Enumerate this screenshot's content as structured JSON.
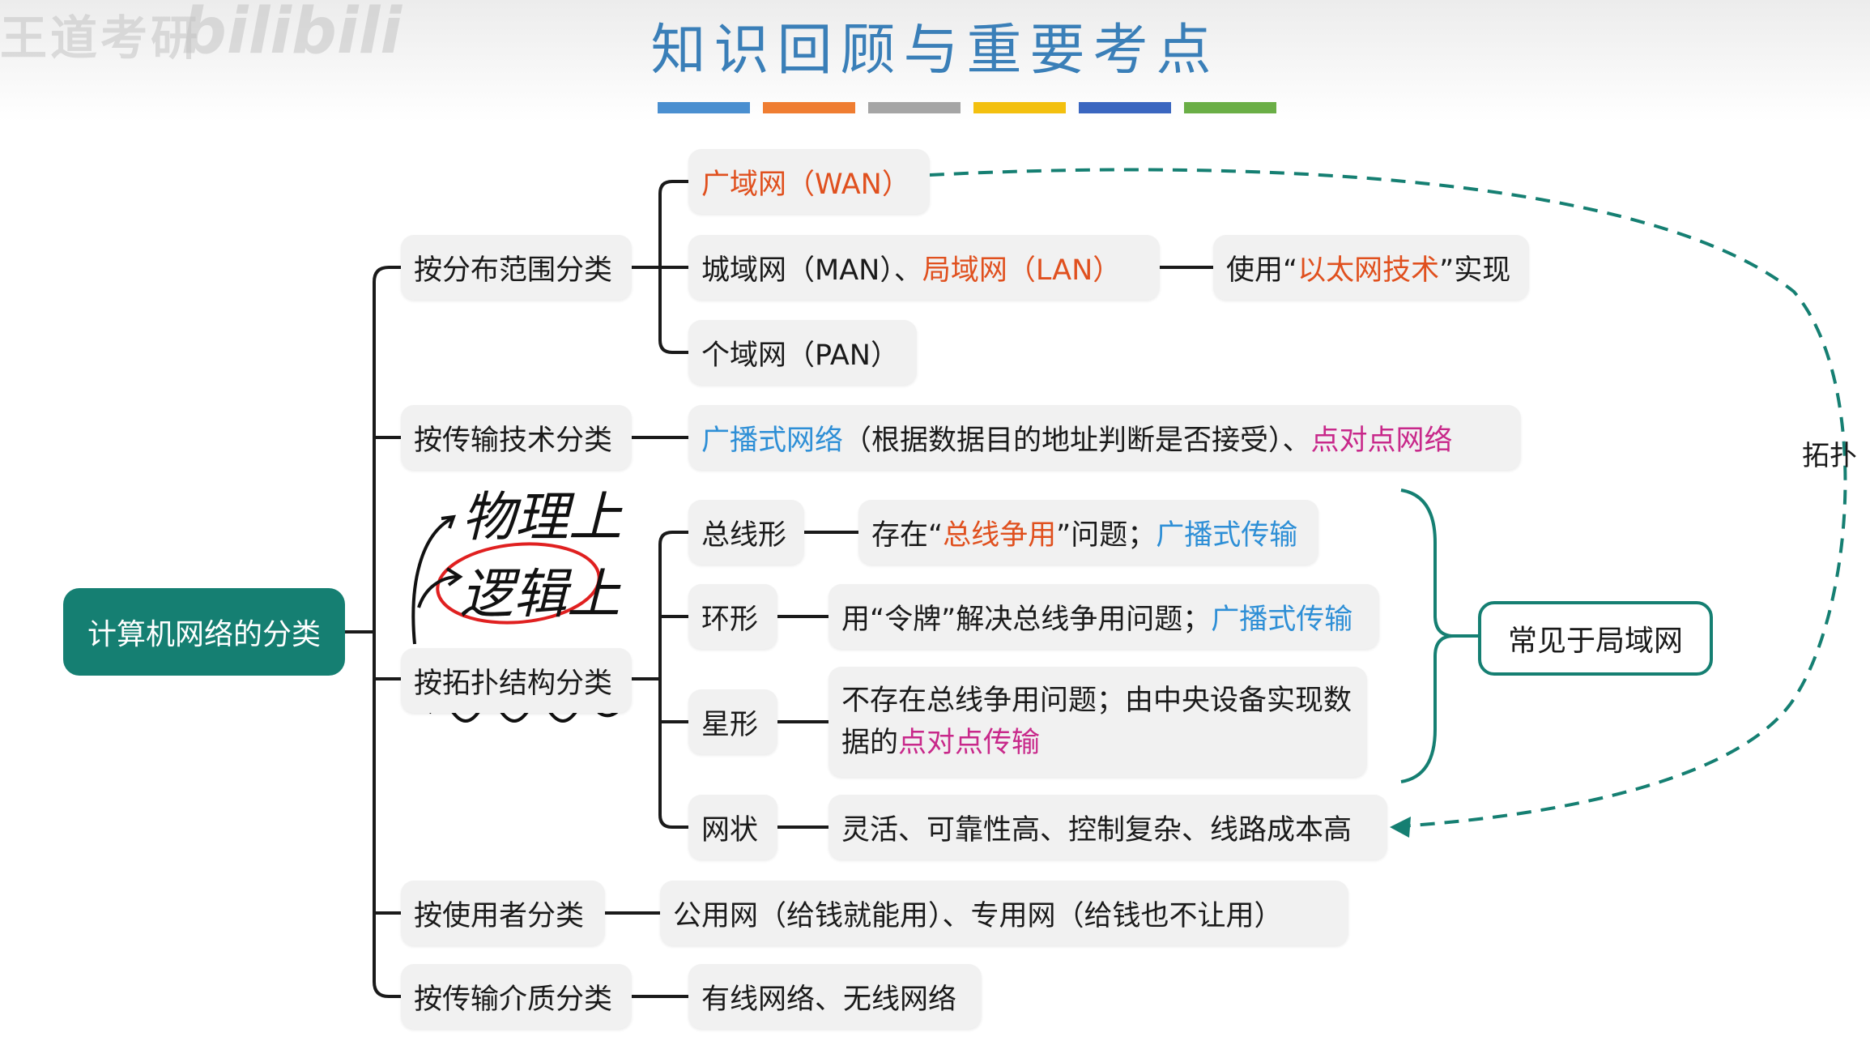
{
  "watermark": {
    "left": "王道考研",
    "right": "bilibili"
  },
  "title": "知识回顾与重要考点",
  "colors": {
    "teal": "#157f72",
    "orange_text": "#e0501e",
    "blue_text": "#2e8fd6",
    "pink_text": "#c8288a",
    "title": "#3a7fb8",
    "bars": [
      "#4a8fd0",
      "#ef7d31",
      "#a5a5a5",
      "#f3c00f",
      "#3a66c0",
      "#6aae46"
    ]
  },
  "root": "计算机网络的分类",
  "categories": {
    "range": "按分布范围分类",
    "tech": "按传输技术分类",
    "topo": "按拓扑结构分类",
    "user": "按使用者分类",
    "medium": "按传输介质分类"
  },
  "range": {
    "wan": "广域网（WAN）",
    "man": "城域网（MAN）、",
    "lan": "局域网（LAN）",
    "pan": "个域网（PAN）",
    "ethernet_pre": "使用“",
    "ethernet_hl": "以太网技术",
    "ethernet_post": "”实现"
  },
  "tech": {
    "broadcast": "广播式网络",
    "mid": "（根据数据目的地址判断是否接受）、",
    "p2p": "点对点网络"
  },
  "topo": {
    "bus": "总线形",
    "bus_pre": "存在“",
    "bus_hl": "总线争用",
    "bus_mid": "”问题；",
    "bus_tail": "广播式传输",
    "ring": "环形",
    "ring_pre": "用“令牌”解决总线争用问题；",
    "ring_tail": "广播式传输",
    "star": "星形",
    "star_pre": "不存在总线争用问题；由中央设备实现数据的",
    "star_tail": "点对点传输",
    "mesh": "网状",
    "mesh_desc": "灵活、可靠性高、控制复杂、线路成本高"
  },
  "lan_note": "常见于局域网",
  "topo_label": "拓扑",
  "user": "公用网（给钱就能用）、专用网（给钱也不让用）",
  "medium": "有线网络、无线网络",
  "handwriting": {
    "physical": "物理上",
    "logical": "逻辑上"
  }
}
